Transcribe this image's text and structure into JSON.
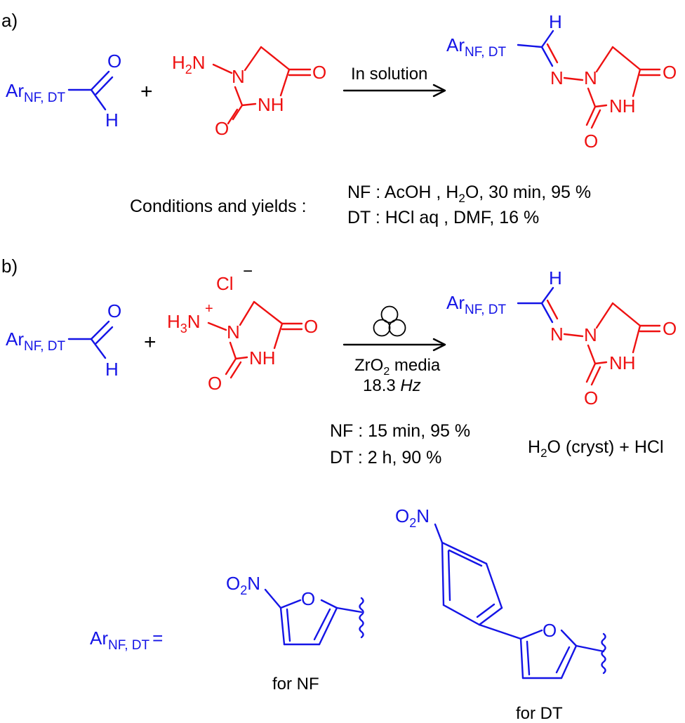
{
  "labels": {
    "part_a": "a)",
    "part_b": "b)",
    "plus": "+",
    "ar_main": "Ar",
    "ar_sub": "NF, DT",
    "ar_eq": "=",
    "carbonyl_o": "O",
    "aldehyde_h": "H",
    "h2n_h": "H",
    "h2n_2": "2",
    "h2n_n": "N",
    "h3n_h": "H",
    "h3n_3": "3",
    "h3n_n": "N",
    "plus_charge": "+",
    "chloride": "Cl",
    "minus_charge": "−",
    "ring_n": "N",
    "ring_nh": "NH",
    "ring_o": "O",
    "imine_n": "N",
    "imine_h": "H",
    "nitro_o": "O",
    "nitro_2": "2",
    "nitro_n": "N",
    "furan_o": "O"
  },
  "reaction_a": {
    "arrow_label": "In solution",
    "conditions_title": "Conditions and yields :",
    "nf_pre": "NF : AcOH , H",
    "nf_sub": "2",
    "nf_post": "O, 30 min, 95 %",
    "dt_line": "DT : HCl aq , DMF, 16 %"
  },
  "reaction_b": {
    "media_pre": "ZrO",
    "media_sub": "2",
    "media_post": " media",
    "freq_value": "18.3 ",
    "freq_unit": "Hz",
    "nf_line": "NF : 15 min, 95 %",
    "dt_line": "DT : 2 h, 90 %",
    "by_h": "H",
    "by_sub": "2",
    "by_rest": "O (cryst) + HCl"
  },
  "legend": {
    "for_nf": "for NF",
    "for_dt": "for DT"
  },
  "colors": {
    "aryl": "#1414e6",
    "hydantoin": "#ee1111",
    "text": "#000000"
  }
}
